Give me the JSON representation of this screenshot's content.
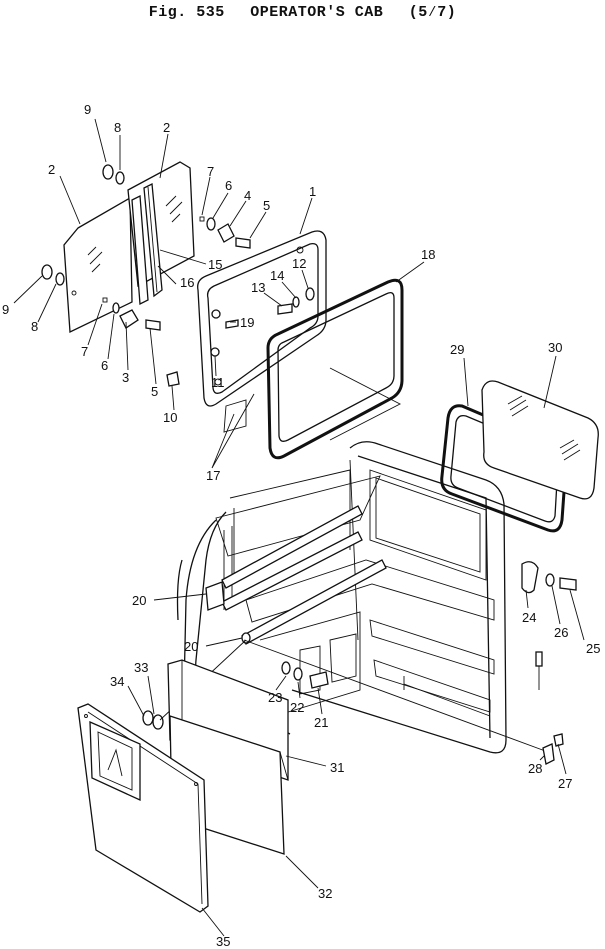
{
  "header": {
    "fig_label": "Fig. 535",
    "title": "OPERATOR'S CAB",
    "sheet": "(5⁄7)"
  },
  "callouts": [
    {
      "id": "c9a",
      "text": "9"
    },
    {
      "id": "c8a",
      "text": "8"
    },
    {
      "id": "c2a",
      "text": "2"
    },
    {
      "id": "c2b",
      "text": "2"
    },
    {
      "id": "c7a",
      "text": "7"
    },
    {
      "id": "c6a",
      "text": "6"
    },
    {
      "id": "c4",
      "text": "4"
    },
    {
      "id": "c5a",
      "text": "5"
    },
    {
      "id": "c1",
      "text": "1"
    },
    {
      "id": "c18",
      "text": "18"
    },
    {
      "id": "c12",
      "text": "12"
    },
    {
      "id": "c14",
      "text": "14"
    },
    {
      "id": "c13",
      "text": "13"
    },
    {
      "id": "c15",
      "text": "15"
    },
    {
      "id": "c16",
      "text": "16"
    },
    {
      "id": "c19",
      "text": "19"
    },
    {
      "id": "c9b",
      "text": "9"
    },
    {
      "id": "c8b",
      "text": "8"
    },
    {
      "id": "c7b",
      "text": "7"
    },
    {
      "id": "c6b",
      "text": "6"
    },
    {
      "id": "c3",
      "text": "3"
    },
    {
      "id": "c5b",
      "text": "5"
    },
    {
      "id": "c11",
      "text": "11"
    },
    {
      "id": "c10",
      "text": "10"
    },
    {
      "id": "c17",
      "text": "17"
    },
    {
      "id": "c29",
      "text": "29"
    },
    {
      "id": "c30",
      "text": "30"
    },
    {
      "id": "c20a",
      "text": "20"
    },
    {
      "id": "c20b",
      "text": "20"
    },
    {
      "id": "c24",
      "text": "24"
    },
    {
      "id": "c26",
      "text": "26"
    },
    {
      "id": "c25",
      "text": "25"
    },
    {
      "id": "c33",
      "text": "33"
    },
    {
      "id": "c34",
      "text": "34"
    },
    {
      "id": "c23",
      "text": "23"
    },
    {
      "id": "c22",
      "text": "22"
    },
    {
      "id": "c21",
      "text": "21"
    },
    {
      "id": "c31",
      "text": "31"
    },
    {
      "id": "c28",
      "text": "28"
    },
    {
      "id": "c27",
      "text": "27"
    },
    {
      "id": "c32",
      "text": "32"
    },
    {
      "id": "c35",
      "text": "35"
    }
  ]
}
